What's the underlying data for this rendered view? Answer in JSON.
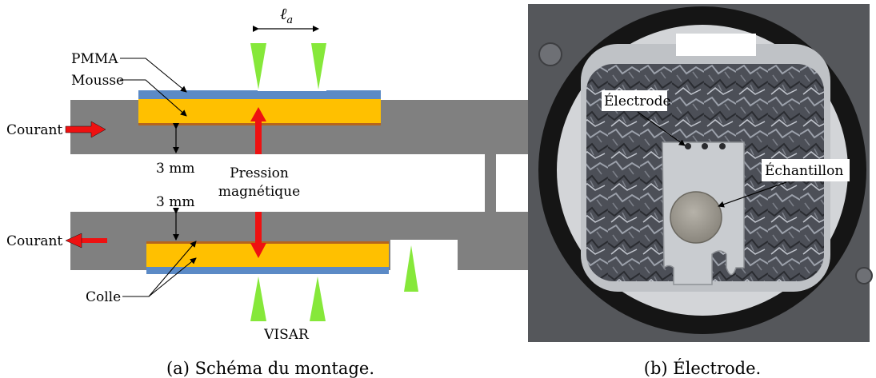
{
  "panel_a": {
    "labels": {
      "la_symbol": "ℓ",
      "la_subscript": "a",
      "pmma": "PMMA",
      "mousse": "Mousse",
      "courant_top": "Courant",
      "gap_top": "3 mm",
      "pression_line1": "Pression",
      "pression_line2": "magnétique",
      "gap_bottom": "3 mm",
      "courant_bottom": "Courant",
      "colle": "Colle",
      "visar": "VISAR"
    },
    "caption": "(a) Schéma du montage."
  },
  "panel_b": {
    "labels": {
      "electrode": "Électrode",
      "echantillon": "Échantillon"
    },
    "caption": "(b) Électrode."
  },
  "colors": {
    "electrode_gray": "#808080",
    "foam_yellow": "#ffc000",
    "pmma_blue": "#5b8ac6",
    "glue_brown": "#b5651d",
    "arrow_red": "#ee1111",
    "visar_green": "#86e83a"
  }
}
